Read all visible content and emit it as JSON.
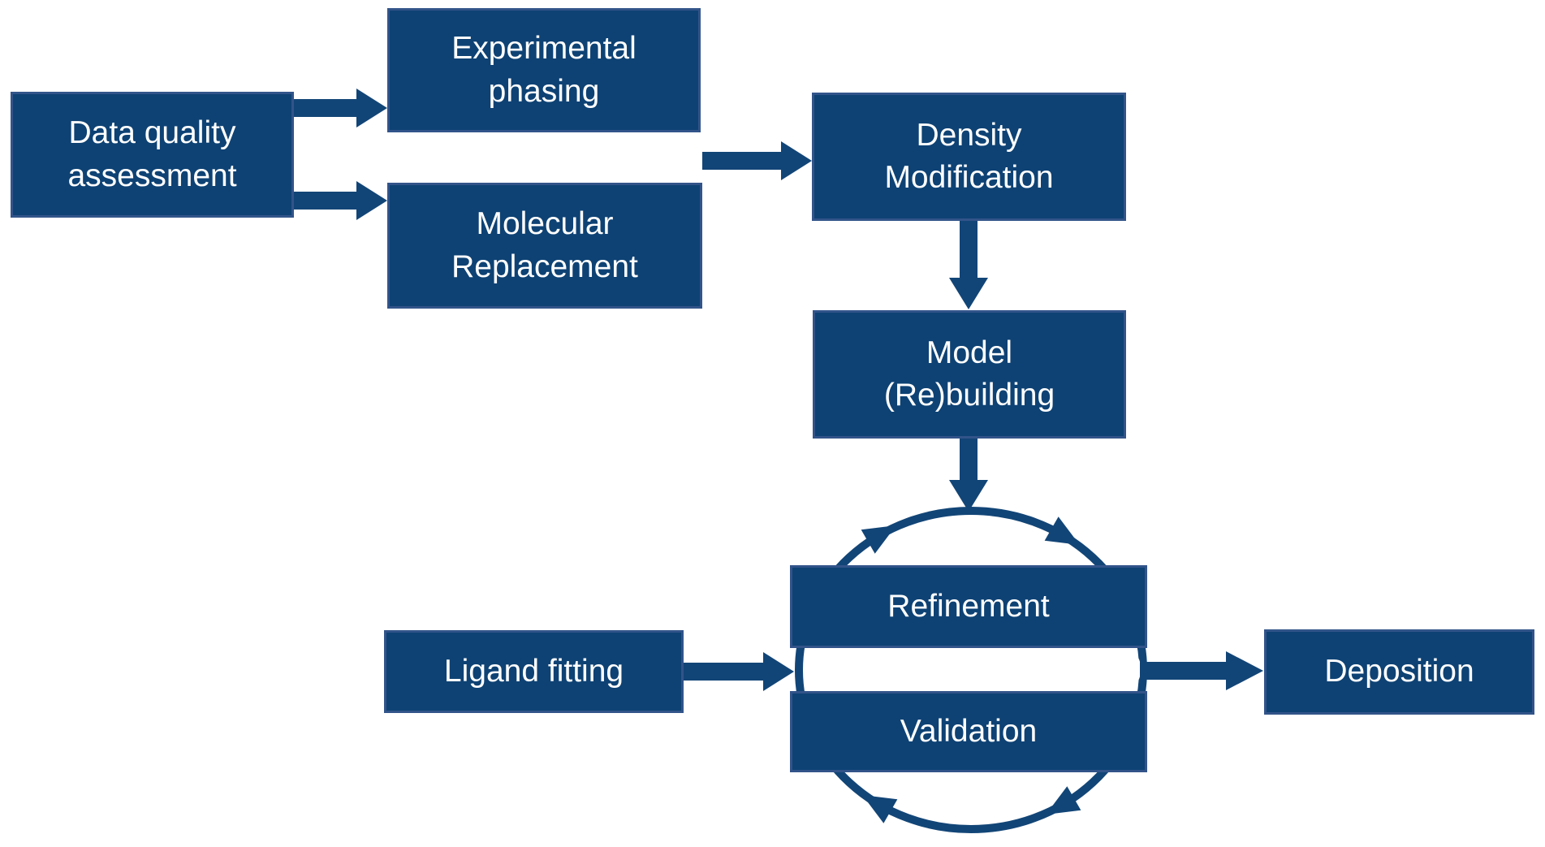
{
  "colors": {
    "background": "#ffffff",
    "node_fill": "#0e4274",
    "node_border": "#32548a",
    "arrow": "#124577",
    "text": "#ffffff"
  },
  "nodes": {
    "data_quality": "Data quality\nassessment",
    "experimental_phasing": "Experimental\nphasing",
    "molecular_replacement": "Molecular\nReplacement",
    "density_modification": "Density\nModification",
    "model_rebuilding": "Model\n(Re)building",
    "refinement": "Refinement",
    "validation": "Validation",
    "ligand_fitting": "Ligand fitting",
    "deposition": "Deposition"
  },
  "edges": [
    {
      "from": "data_quality",
      "to": "experimental_phasing"
    },
    {
      "from": "data_quality",
      "to": "molecular_replacement"
    },
    {
      "from": "experimental_phasing / molecular_replacement",
      "to": "density_modification"
    },
    {
      "from": "density_modification",
      "to": "model_rebuilding"
    },
    {
      "from": "model_rebuilding",
      "to": "refinement_validation_cycle"
    },
    {
      "from": "ligand_fitting",
      "to": "refinement_validation_cycle"
    },
    {
      "from": "refinement_validation_cycle",
      "to": "deposition"
    },
    {
      "cycle": [
        "refinement",
        "validation"
      ],
      "direction": "clockwise"
    }
  ]
}
